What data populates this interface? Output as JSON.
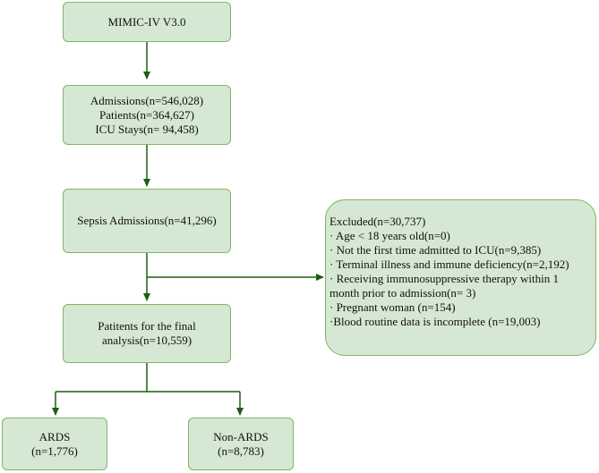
{
  "boxes": {
    "source": [
      "MIMIC-IV V3.0"
    ],
    "admissions": [
      "Admissions(n=546,028)",
      "Patients(n=364,627)",
      "ICU Stays(n= 94,458)"
    ],
    "sepsis": [
      "Sepsis Admissions(n=41,296)"
    ],
    "final": [
      "Patitents for the final",
      "analysis(n=10,559)"
    ],
    "ards": [
      "ARDS",
      "(n=1,776)"
    ],
    "non_ards": [
      "Non-ARDS",
      "(n=8,783)"
    ]
  },
  "excluded": {
    "title": "Excluded(n=30,737)",
    "criteria": [
      "· Age < 18 years old(n=0)",
      "· Not the first time admitted to ICU(n=9,385)",
      "· Terminal illness and immune deficiency(n=2,192)",
      "· Receiving immunosuppressive therapy within 1",
      "month prior to admission(n= 3)",
      "· Pregnant woman (n=154)",
      "·Blood routine data is incomplete (n=19,003)"
    ]
  },
  "colors": {
    "box_fill": "#d5e8d4",
    "box_border": "#82b366",
    "arrow": "#1e5c14"
  }
}
